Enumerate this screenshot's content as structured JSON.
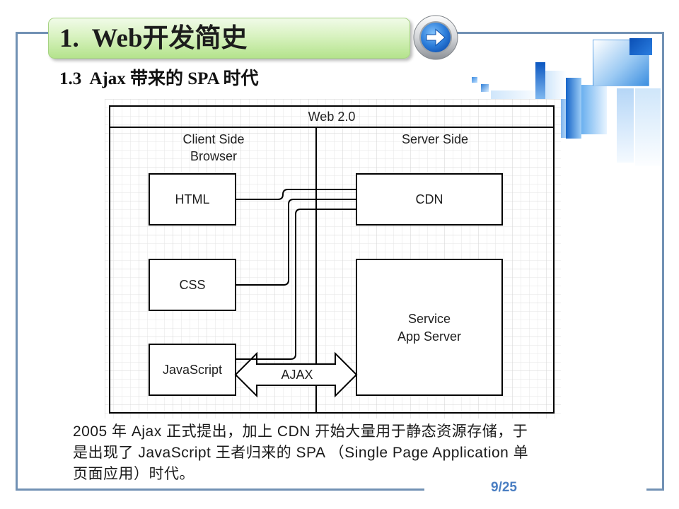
{
  "slide": {
    "title": "1.  Web开发简史",
    "subtitle": "1.3  Ajax 带来的 SPA 时代",
    "body_lines": [
      "2005 年 Ajax 正式提出，加上 CDN 开始大量用于静态资源存储，于",
      "是出现了 JavaScript 王者归来的 SPA （Single Page Application 单",
      "页面应用）时代。"
    ],
    "page_indicator": "9/25",
    "next_button_icon": "arrow-right-icon"
  },
  "diagram": {
    "header": "Web 2.0",
    "client_label": [
      "Client Side",
      "Browser"
    ],
    "server_label": "Server Side",
    "client_nodes": [
      "HTML",
      "CSS",
      "JavaScript"
    ],
    "server_nodes": {
      "cdn": "CDN",
      "app_server": [
        "Service",
        "App Server"
      ]
    },
    "ajax_label": "AJAX"
  },
  "colors": {
    "frame": "#7191B4",
    "page_indicator": "#4A7EC2",
    "title_top": "#F1FBE8",
    "title_bottom": "#B4E38C",
    "accent_blue": "#2E7FDB"
  }
}
